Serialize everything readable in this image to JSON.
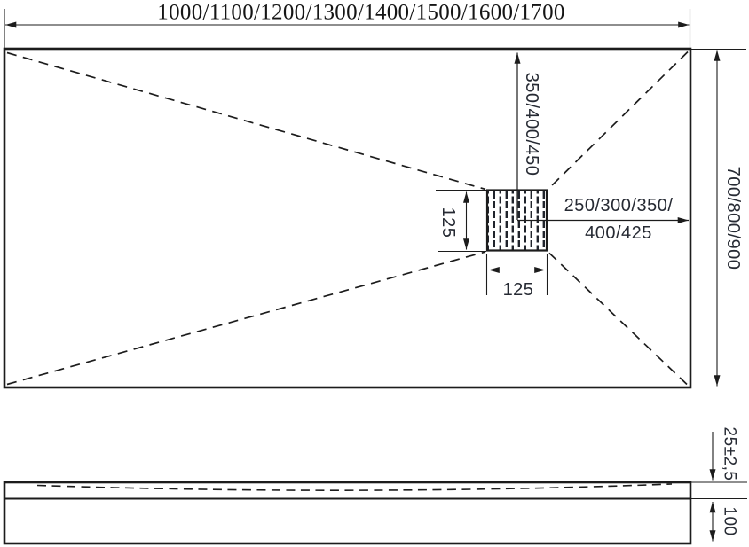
{
  "top_view": {
    "width_label": "1000/1100/1200/1300/1400/1500/1600/1700",
    "depth_label": "700/800/900",
    "drain_to_top_label": "350/400/450",
    "drain_to_right_line1": "250/300/350/",
    "drain_to_right_line2": "400/425",
    "drain_height_label": "125",
    "drain_width_label": "125"
  },
  "side_view": {
    "rim_height_label": "25±2,5",
    "base_height_label": "100"
  },
  "colors": {
    "line": "#1c1c1c",
    "text": "#262a33"
  }
}
